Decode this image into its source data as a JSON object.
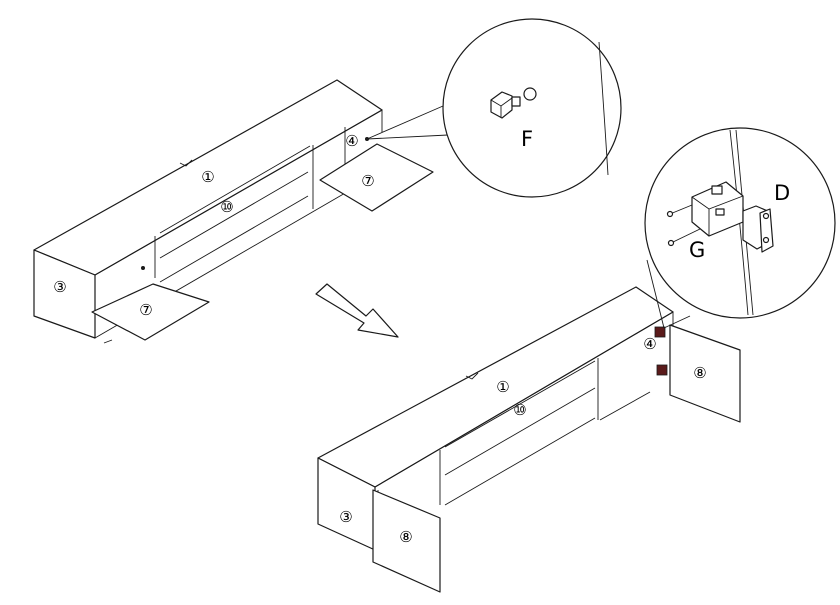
{
  "parts": {
    "p1_top": "①",
    "p10_top": "⑩",
    "p3_top": "③",
    "p4_top": "④",
    "p7_right": "⑦",
    "p7_left": "⑦",
    "p1_bottom": "①",
    "p10_bottom": "⑩",
    "p3_bottom": "③",
    "p4_bottom": "④",
    "p8_right": "⑧",
    "p8_left": "⑧"
  },
  "callouts": {
    "f": "F",
    "d": "D",
    "g": "G"
  }
}
